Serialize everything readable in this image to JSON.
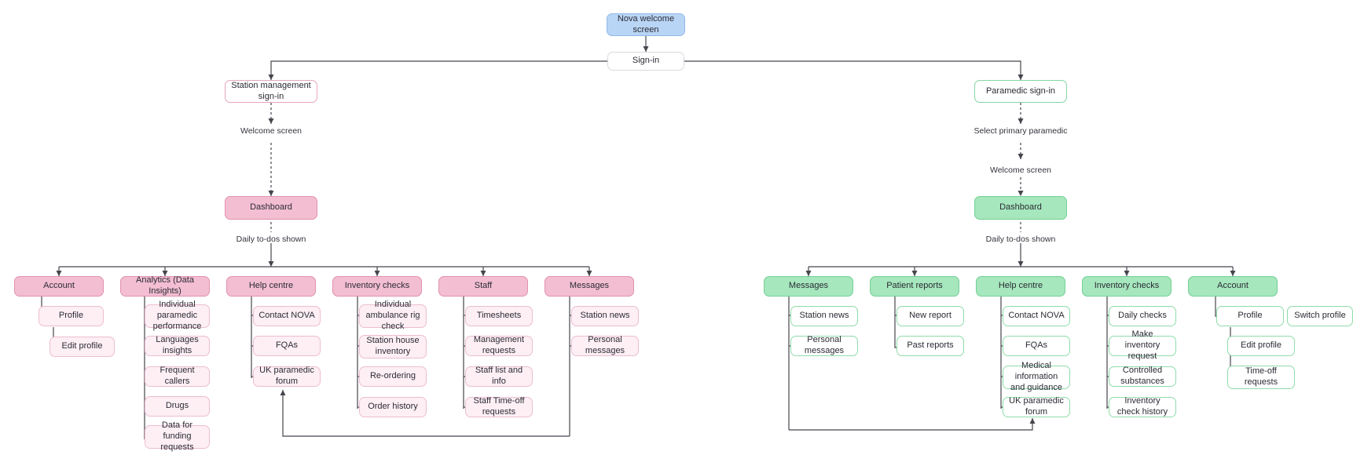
{
  "diagram": {
    "title": "NOVA app navigation flowchart",
    "colors": {
      "blue_fill": "#b9d5f5",
      "pink_fill": "#f3bed2",
      "pink_soft": "#fdeff4",
      "pink_stroke": "#e8a6bd",
      "green_fill": "#a6e7bd",
      "green_stroke": "#84d6a4",
      "line": "#45454d",
      "text": "#2b2b35"
    }
  },
  "top": {
    "welcome": "Nova welcome screen",
    "signin": "Sign-in"
  },
  "left_branch": {
    "signin": "Station management sign-in",
    "label_welcome": "Welcome screen",
    "dashboard": "Dashboard",
    "label_todos": "Daily to-dos shown",
    "columns": [
      {
        "header": "Account",
        "children": [
          "Profile",
          "Edit profile"
        ]
      },
      {
        "header": "Analytics (Data Insights)",
        "children": [
          "Individual paramedic performance",
          "Languages insights",
          "Frequent callers",
          "Drugs",
          "Data for funding requests"
        ]
      },
      {
        "header": "Help centre",
        "children": [
          "Contact NOVA",
          "FQAs",
          "UK paramedic forum"
        ]
      },
      {
        "header": "Inventory checks",
        "children": [
          "Individual ambulance rig check",
          "Station house inventory",
          "Re-ordering",
          "Order history"
        ]
      },
      {
        "header": "Staff",
        "children": [
          "Timesheets",
          "Management requests",
          "Staff list and info",
          "Staff Time-off requests"
        ]
      },
      {
        "header": "Messages",
        "children": [
          "Station news",
          "Personal messages"
        ]
      }
    ]
  },
  "right_branch": {
    "signin": "Paramedic sign-in",
    "label_select": "Select primary paramedic",
    "label_welcome": "Welcome screen",
    "dashboard": "Dashboard",
    "label_todos": "Daily to-dos shown",
    "columns": [
      {
        "header": "Messages",
        "children": [
          "Station news",
          "Personal messages"
        ]
      },
      {
        "header": "Patient reports",
        "children": [
          "New report",
          "Past reports"
        ]
      },
      {
        "header": "Help centre",
        "children": [
          "Contact NOVA",
          "FQAs",
          "Medical information and guidance",
          "UK paramedic forum"
        ]
      },
      {
        "header": "Inventory checks",
        "children": [
          "Daily checks",
          "Make inventory request",
          "Controlled substances",
          "Inventory check history"
        ]
      },
      {
        "header": "Account",
        "children": [
          "Profile",
          "Edit profile",
          "Time-off requests"
        ],
        "side": "Switch profile"
      }
    ]
  }
}
